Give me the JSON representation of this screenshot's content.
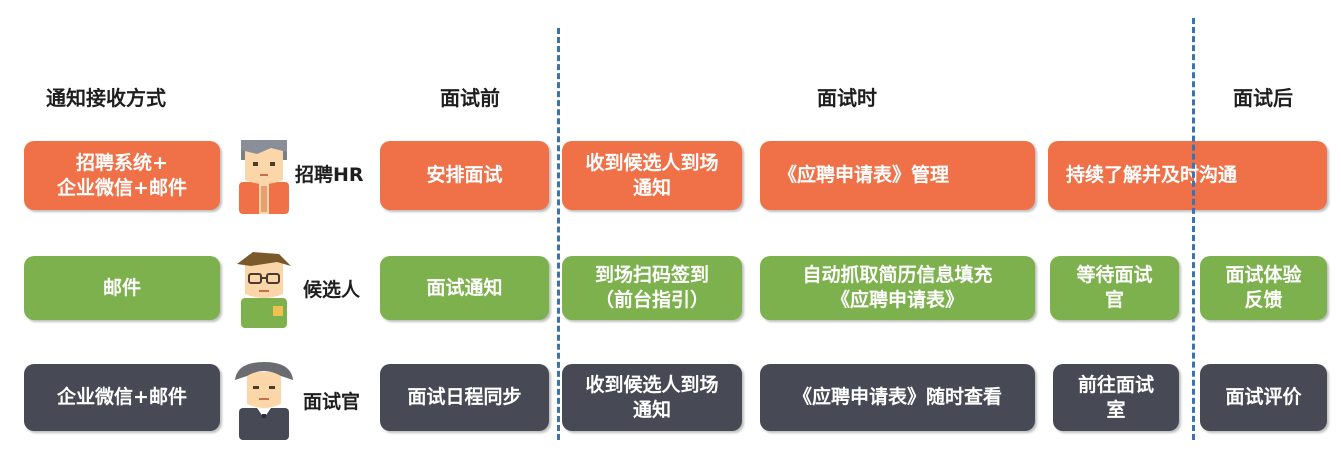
{
  "headers": {
    "notify": "通知接收方式",
    "before": "面试前",
    "during": "面试时",
    "after": "面试后"
  },
  "colors": {
    "hr": "#f07148",
    "candidate": "#7db14e",
    "interviewer": "#474a55",
    "divider": "#3b73b0"
  },
  "rows": [
    {
      "notify": "招聘系统+\n企业微信+邮件",
      "role": "招聘HR",
      "before": "安排面试",
      "during1": "收到候选人到场\n通知",
      "during2": "《应聘申请表》管理",
      "span": "持续了解并及时沟通"
    },
    {
      "notify": "邮件",
      "role": "候选人",
      "before": "面试通知",
      "during1": "到场扫码签到\n（前台指引）",
      "during2": "自动抓取简历信息填充\n《应聘申请表》",
      "during3": "等待面试\n官",
      "after": "面试体验\n反馈"
    },
    {
      "notify": "企业微信+邮件",
      "role": "面试官",
      "before": "面试日程同步",
      "during1": "收到候选人到场\n通知",
      "during2": "《应聘申请表》随时查看",
      "during3": "前往面试\n室",
      "after": "面试评价"
    }
  ]
}
